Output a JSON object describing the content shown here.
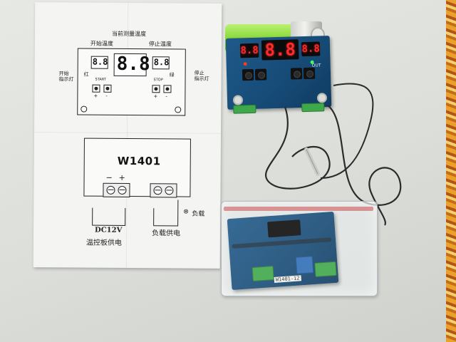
{
  "manual": {
    "top_title": "当前测量温度",
    "start_temp": "开始温度",
    "stop_temp": "停止温度",
    "start_indicator": "开始\n指示灯",
    "stop_indicator": "停止\n指示灯",
    "red": "红",
    "green": "绿",
    "start_btn": "START",
    "stop_btn": "STOP",
    "plus": "+",
    "minus": "-",
    "display_text": "8.8",
    "small_display_text": "8.8",
    "model": "W1401",
    "dc_minus": "−",
    "dc_plus": "+",
    "dc_label": "DC12V",
    "dc_caption": "温控板供电",
    "load_caption": "负载供电",
    "load_label": "负载"
  },
  "device": {
    "main_display": "8.8",
    "left_display": "8.8",
    "right_display": "8.8",
    "out_label": "OUT"
  },
  "bag_board": {
    "sticker": "W1401-12"
  }
}
